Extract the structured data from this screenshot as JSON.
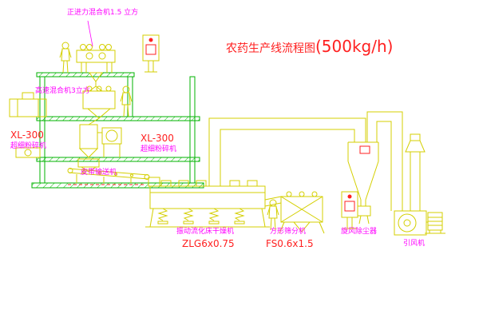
{
  "title": {
    "main": "农药生产线流程图",
    "capacity": "(500kg/h)"
  },
  "labels": {
    "top_mixer": "正进力混合机1.5 立方",
    "high_speed_mixer": "高速混合机3立方",
    "crusher_left_model": "XL-300",
    "crusher_left_name": "超细粉碎机",
    "crusher_center_model": "XL-300",
    "crusher_center_name": "超细粉碎机",
    "belt_conveyor": "皮带输送机",
    "dryer_name": "振动流化床干燥机",
    "dryer_model": "ZLG6x0.75",
    "sifter_name": "方形筛分机",
    "sifter_model": "FS0.6x1.5",
    "cyclone_name": "旋风除尘器",
    "fan_name": "引风机"
  },
  "colors": {
    "background": "#ffffff",
    "structure_green": "#00b300",
    "equipment_yellow": "#d4cf00",
    "label_magenta": "#ff00ff",
    "model_red": "#ff2020",
    "title_red": "#ff2020"
  }
}
